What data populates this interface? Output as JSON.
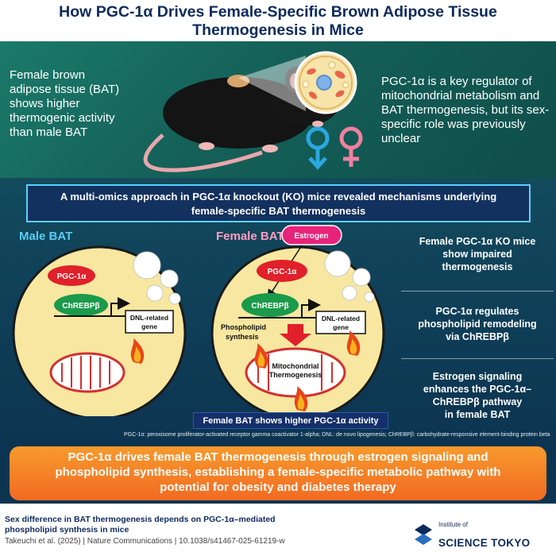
{
  "title": {
    "line1": "How PGC-1α Drives Female-Specific Brown Adipose Tissue",
    "line2": "Thermogenesis in Mice"
  },
  "top": {
    "left_text": "Female brown adipose tissue (BAT) shows higher thermogenic activity than male BAT",
    "right_text": "PGC-1α is a key regulator of mitochondrial metabolism and BAT thermogenesis, but its sex-specific role was previously unclear"
  },
  "approach": {
    "line1": "A multi-omics approach in PGC-1α knockout (KO) mice revealed mechanisms underlying",
    "line2": "female-specific BAT thermogenesis"
  },
  "male": {
    "label": "Male BAT",
    "pgc": "PGC-1α",
    "chrebp": "ChREBPβ",
    "gene_line1": "DNL-related",
    "gene_line2": "gene"
  },
  "female": {
    "label": "Female BAT",
    "estrogen": "Estrogen",
    "pgc": "PGC-1α",
    "chrebp": "ChREBPβ",
    "gene_line1": "DNL-related",
    "gene_line2": "gene",
    "phospho_line1": "Phospholipid",
    "phospho_line2": "synthesis",
    "mito_line1": "Mitochondrial",
    "mito_line2": "Thermogenesis"
  },
  "findings": [
    {
      "line1": "Female PGC-1α KO mice",
      "line2": "show impaired",
      "line3": "thermogenesis"
    },
    {
      "line1": "PGC-1α regulates",
      "line2": "phospholipid remodeling",
      "line3": "via ChREBPβ"
    },
    {
      "line1": "Estrogen signaling",
      "line2": "enhances the PGC-1α–",
      "line3": "ChREBPβ pathway",
      "line4": "in female BAT"
    }
  ],
  "female_higher": "Female BAT shows higher PGC-1α activity",
  "abbreviations": "PGC-1α: peroxisome proliferator-activated receptor gamma coactivator 1-alpha; DNL: de novo lipogenesis; ChREBPβ: carbohydrate-responsive element-binding protein beta",
  "conclusion": {
    "line1": "PGC-1α drives female BAT thermogenesis through estrogen signaling and",
    "line2": "phospholipid synthesis, establishing a female-specific metabolic pathway with",
    "line3": "potential for obesity and diabetes therapy"
  },
  "footer": {
    "title_line1": "Sex difference in BAT thermogenesis depends on PGC-1α–mediated",
    "title_line2": "phospholipid synthesis in mice",
    "citation": "Takeuchi et al. (2025)  |  Nature Communications  |  10.1038/s41467-025-61219-w",
    "logo_small_line1": "Institute of",
    "logo_big": "SCIENCE TOKYO"
  },
  "colors": {
    "male_blue": "#2aa8e0",
    "female_pink": "#f0809f",
    "pgc_red": "#e0202a",
    "chrebp_green": "#1a9a4a",
    "bat_cell": "#f7e7a0",
    "orange": "#f2782a",
    "navy": "#0d2a5c"
  }
}
